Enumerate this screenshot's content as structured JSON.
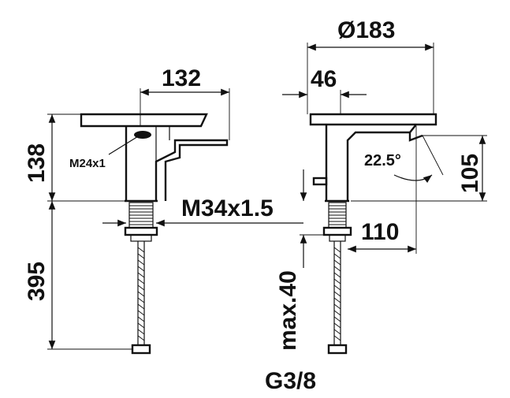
{
  "diagram": {
    "side_view": {
      "dim_spout_reach": "132",
      "dim_body_height": "138",
      "dim_below_deck": "395",
      "thread_aerator": "M24x1"
    },
    "front_view": {
      "dim_diameter": "Ø183",
      "dim_offset": "46",
      "dim_angle": "22.5°",
      "dim_spout_height": "105",
      "dim_depth": "110",
      "dim_max_thickness": "max.40",
      "thread_connection": "G3/8"
    },
    "shared": {
      "thread_shank": "M34x1.5"
    }
  }
}
